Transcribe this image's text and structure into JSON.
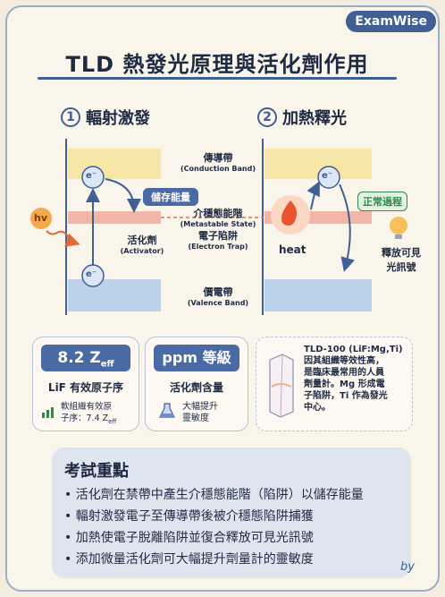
{
  "brand": "ExamWise",
  "title": "TLD 熱發光原理與活化劑作用",
  "steps": [
    {
      "num": "1",
      "label": "輻射激發"
    },
    {
      "num": "2",
      "label": "加熱釋光"
    }
  ],
  "diagram": {
    "conduction": {
      "zh": "傳導帶",
      "en": "(Conduction Band)"
    },
    "trap": {
      "zh1": "介穩態能階",
      "en1": "(Metastable State)",
      "zh2": "電子陷阱",
      "en2": "(Electron Trap)"
    },
    "valence": {
      "zh": "價電帶",
      "en": "(Valence Band)"
    },
    "activator": {
      "zh": "活化劑",
      "en": "(Activator)"
    },
    "hv": "hv",
    "electron": "e⁻",
    "store_tag": "儲存能量",
    "heat": "heat",
    "normal_tag": "正常過程",
    "release": [
      "釋放可見",
      "光訊號"
    ]
  },
  "colors": {
    "accent": "#3f5f95",
    "conduction": "#f6e7a6",
    "trap": "#f2b6a6",
    "valence": "#bcd1ea",
    "green": "#2f8a4a"
  },
  "cards": {
    "zeff": {
      "value": "8.2 Z",
      "sub": "eff",
      "label": "LiF 有效原子序",
      "note1": "軟組織有效原",
      "note2": "子序：7.4 Z",
      "note_sub": "eff",
      "icon": "chart-icon"
    },
    "ppm": {
      "value": "ppm 等級",
      "label": "活化劑含量",
      "note1": "大幅提升",
      "note2": "靈敏度",
      "icon": "flask-icon"
    },
    "tld": {
      "lines": [
        "TLD-100 (LiF:Mg,Ti)",
        "因其組織等效性高，",
        "是臨床最常用的人員",
        "劑量計。Mg 形成電",
        "子陷阱，Ti 作為發光",
        "中心。"
      ]
    }
  },
  "exam": {
    "title": "考試重點",
    "items": [
      "活化劑在禁帶中產生介穩態能階（陷阱）以儲存能量",
      "輻射激發電子至傳導帶後被介穩態陷阱捕獲",
      "加熱使電子脫離陷阱並復合釋放可見光訊號",
      "添加微量活化劑可大幅提升劑量計的靈敏度"
    ]
  },
  "byline": "by"
}
